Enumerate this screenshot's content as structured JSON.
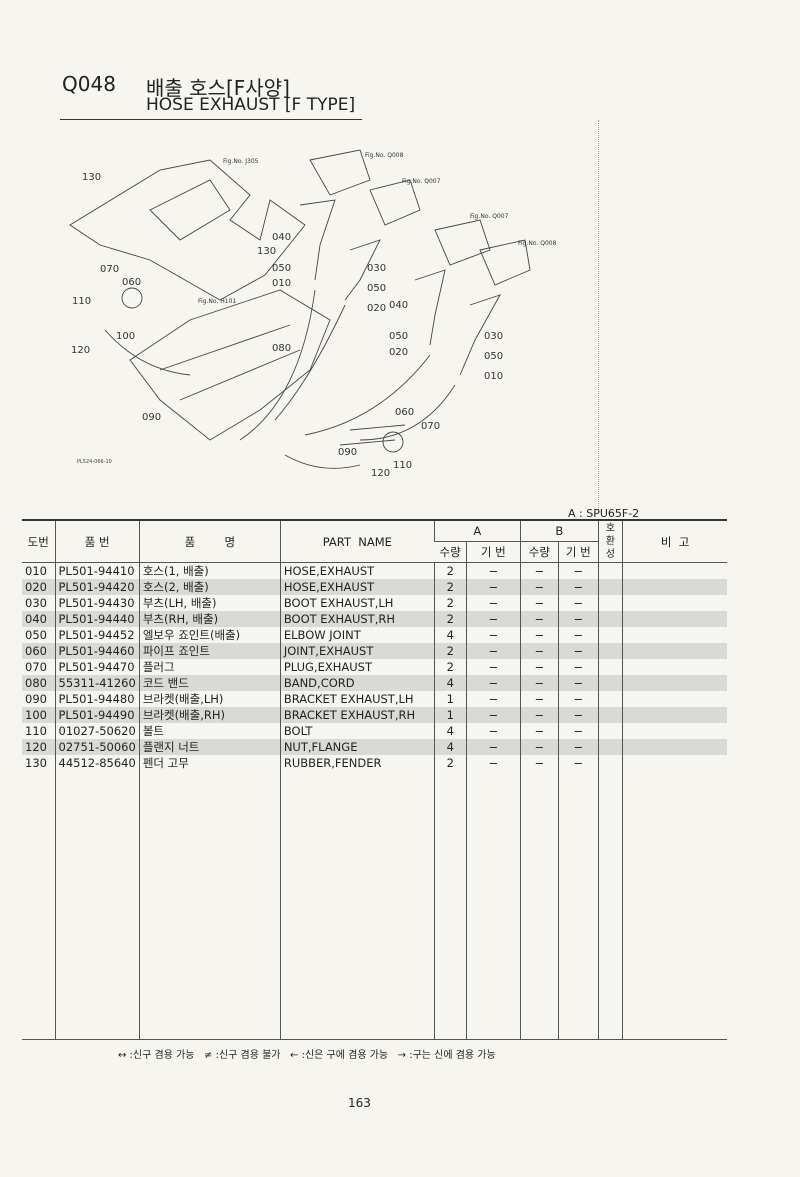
{
  "header": {
    "code": "Q048",
    "title_ko": "배출 호스[F사양]",
    "title_en": "HOSE EXHAUST [F TYPE]"
  },
  "diagram": {
    "drawing_id": "PL524-066-10",
    "fig_refs": [
      "Fig.No. J305",
      "Fig.No. Q008",
      "Fig.No. Q007",
      "Fig.No. Q007",
      "Fig.No. Q008",
      "Fig.No. H101"
    ],
    "callouts": [
      "130",
      "130",
      "040",
      "050",
      "010",
      "030",
      "050",
      "020",
      "070",
      "060",
      "110",
      "100",
      "120",
      "080",
      "090",
      "040",
      "050",
      "020",
      "030",
      "050",
      "010",
      "060",
      "070",
      "090",
      "110",
      "120"
    ]
  },
  "model_note": "A : SPU65F-2",
  "table": {
    "headers": {
      "ref": "도번",
      "part_no": "품  번",
      "name_ko": "품        명",
      "part_name": "PART  NAME",
      "group_a": "A",
      "group_b": "B",
      "qty": "수량",
      "serial": "기 번",
      "compat": "호\n환\n성",
      "remarks": "비  고"
    },
    "rows": [
      {
        "ref": "010",
        "part_no": "PL501-94410",
        "name_ko": "호스(1, 배출)",
        "part_name": "HOSE,EXHAUST",
        "a_qty": "2",
        "a_serial": "−",
        "b_qty": "−",
        "b_serial": "−"
      },
      {
        "ref": "020",
        "part_no": "PL501-94420",
        "name_ko": "호스(2, 배출)",
        "part_name": "HOSE,EXHAUST",
        "a_qty": "2",
        "a_serial": "−",
        "b_qty": "−",
        "b_serial": "−"
      },
      {
        "ref": "030",
        "part_no": "PL501-94430",
        "name_ko": "부츠(LH, 배출)",
        "part_name": "BOOT EXHAUST,LH",
        "a_qty": "2",
        "a_serial": "−",
        "b_qty": "−",
        "b_serial": "−"
      },
      {
        "ref": "040",
        "part_no": "PL501-94440",
        "name_ko": "부츠(RH, 배출)",
        "part_name": "BOOT EXHAUST,RH",
        "a_qty": "2",
        "a_serial": "−",
        "b_qty": "−",
        "b_serial": "−"
      },
      {
        "ref": "050",
        "part_no": "PL501-94452",
        "name_ko": "엘보우 죠인트(배출)",
        "part_name": "ELBOW JOINT",
        "a_qty": "4",
        "a_serial": "−",
        "b_qty": "−",
        "b_serial": "−"
      },
      {
        "ref": "060",
        "part_no": "PL501-94460",
        "name_ko": "파이프 죠인트",
        "part_name": "JOINT,EXHAUST",
        "a_qty": "2",
        "a_serial": "−",
        "b_qty": "−",
        "b_serial": "−"
      },
      {
        "ref": "070",
        "part_no": "PL501-94470",
        "name_ko": "플러그",
        "part_name": "PLUG,EXHAUST",
        "a_qty": "2",
        "a_serial": "−",
        "b_qty": "−",
        "b_serial": "−"
      },
      {
        "ref": "080",
        "part_no": "55311-41260",
        "name_ko": "코드 밴드",
        "part_name": "BAND,CORD",
        "a_qty": "4",
        "a_serial": "−",
        "b_qty": "−",
        "b_serial": "−"
      },
      {
        "ref": "090",
        "part_no": "PL501-94480",
        "name_ko": "브라켓(배출,LH)",
        "part_name": "BRACKET EXHAUST,LH",
        "a_qty": "1",
        "a_serial": "−",
        "b_qty": "−",
        "b_serial": "−"
      },
      {
        "ref": "100",
        "part_no": "PL501-94490",
        "name_ko": "브라켓(배출,RH)",
        "part_name": "BRACKET EXHAUST,RH",
        "a_qty": "1",
        "a_serial": "−",
        "b_qty": "−",
        "b_serial": "−"
      },
      {
        "ref": "110",
        "part_no": "01027-50620",
        "name_ko": "볼트",
        "part_name": "BOLT",
        "a_qty": "4",
        "a_serial": "−",
        "b_qty": "−",
        "b_serial": "−"
      },
      {
        "ref": "120",
        "part_no": "02751-50060",
        "name_ko": "플랜지 너트",
        "part_name": "NUT,FLANGE",
        "a_qty": "4",
        "a_serial": "−",
        "b_qty": "−",
        "b_serial": "−"
      },
      {
        "ref": "130",
        "part_no": "44512-85640",
        "name_ko": "펜더 고무",
        "part_name": "RUBBER,FENDER",
        "a_qty": "2",
        "a_serial": "−",
        "b_qty": "−",
        "b_serial": "−"
      }
    ]
  },
  "legend": "↔ :신구 겸용 가능   ≠ :신구 겸용 불가   ← :신은 구에 겸용 가능   → :구는 신에 겸용 가능",
  "page_number": "163"
}
